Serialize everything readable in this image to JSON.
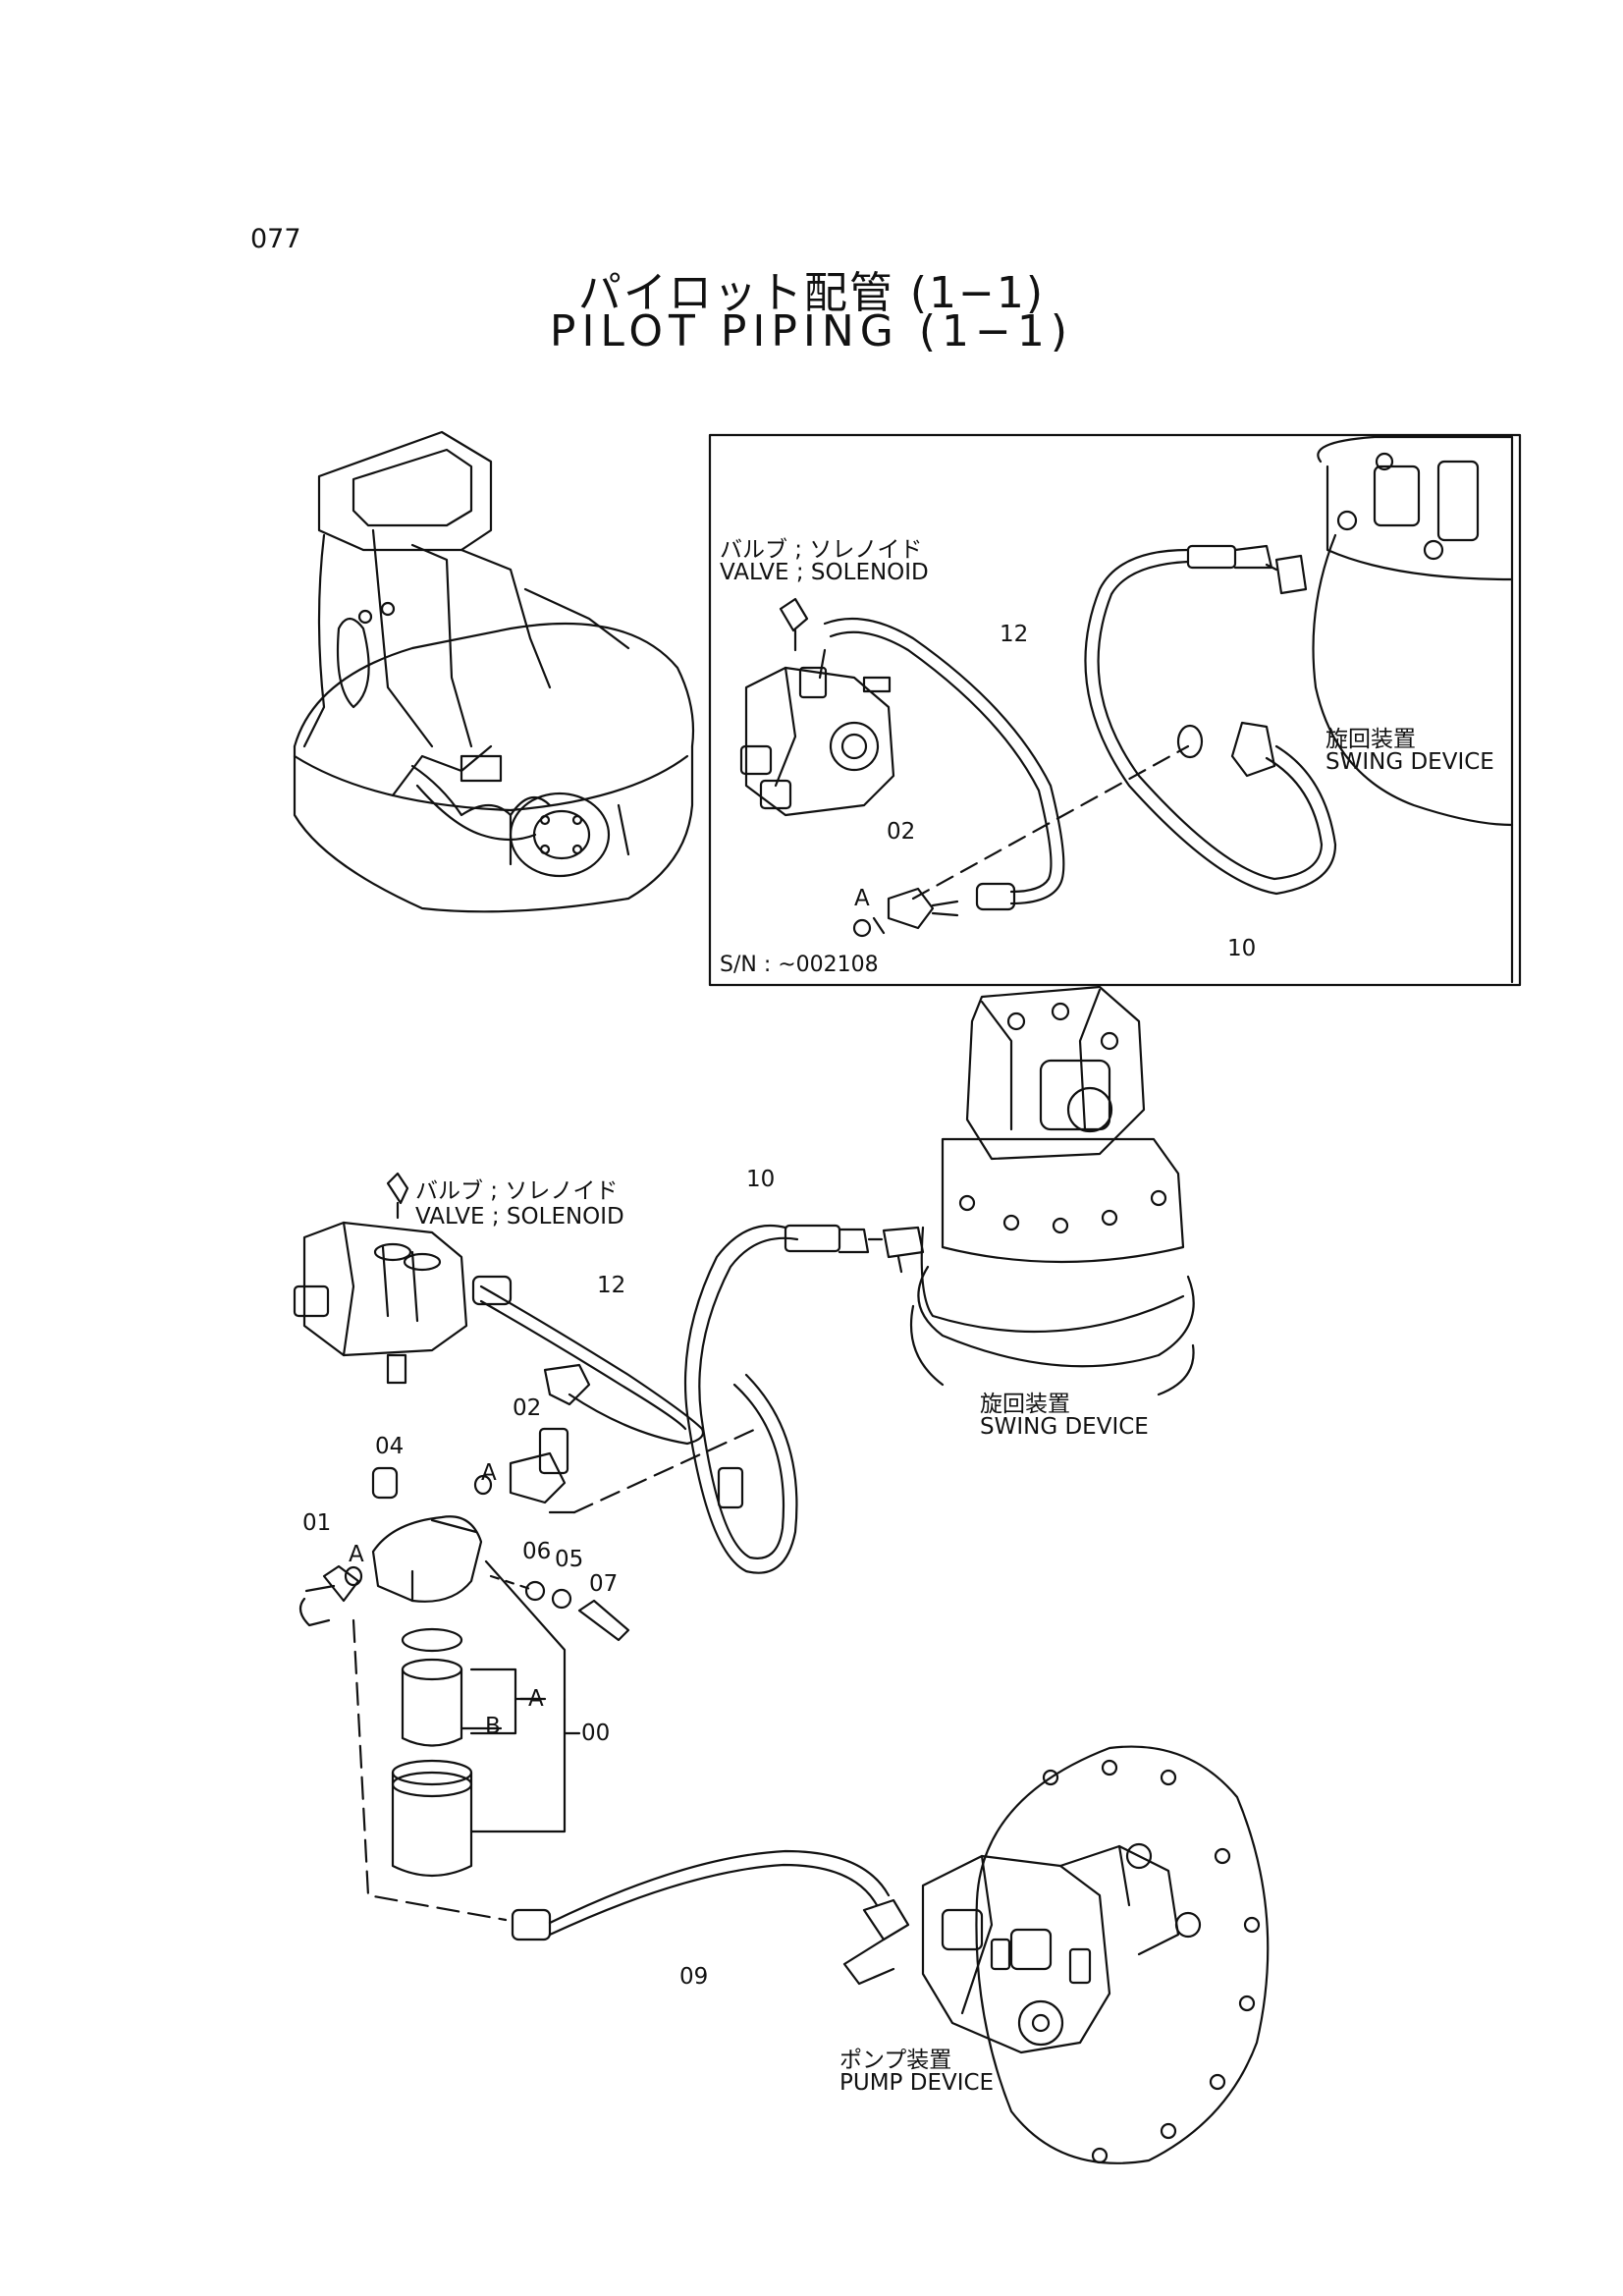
{
  "page_number": "077",
  "title": {
    "japanese": "パイロット配管 (1−1)",
    "english": "PILOT PIPING (1−1)"
  },
  "inset": {
    "valve_label_jp": "バルブ ; ソレノイド",
    "valve_label_en": "VALVE ; SOLENOID",
    "swing_label_jp": "旋回装置",
    "swing_label_en": "SWING DEVICE",
    "serial_note": "S/N : ~002108",
    "callouts": {
      "hose_12": "12",
      "hose_10": "10",
      "fitting_02": "02",
      "port_a": "A"
    }
  },
  "main": {
    "valve_label_jp": "バルブ ; ソレノイド",
    "valve_label_en": "VALVE ; SOLENOID",
    "swing_label_jp": "旋回装置",
    "swing_label_en": "SWING DEVICE",
    "pump_label_jp": "ポンプ装置",
    "pump_label_en": "PUMP DEVICE",
    "callouts": {
      "hose_10": "10",
      "hose_12": "12",
      "fitting_02": "02",
      "part_04": "04",
      "part_01": "01",
      "part_06": "06",
      "part_05": "05",
      "part_07": "07",
      "assembly_00": "00",
      "hose_09": "09",
      "port_a": "A",
      "bracket_a": "A",
      "bracket_b": "B"
    }
  }
}
